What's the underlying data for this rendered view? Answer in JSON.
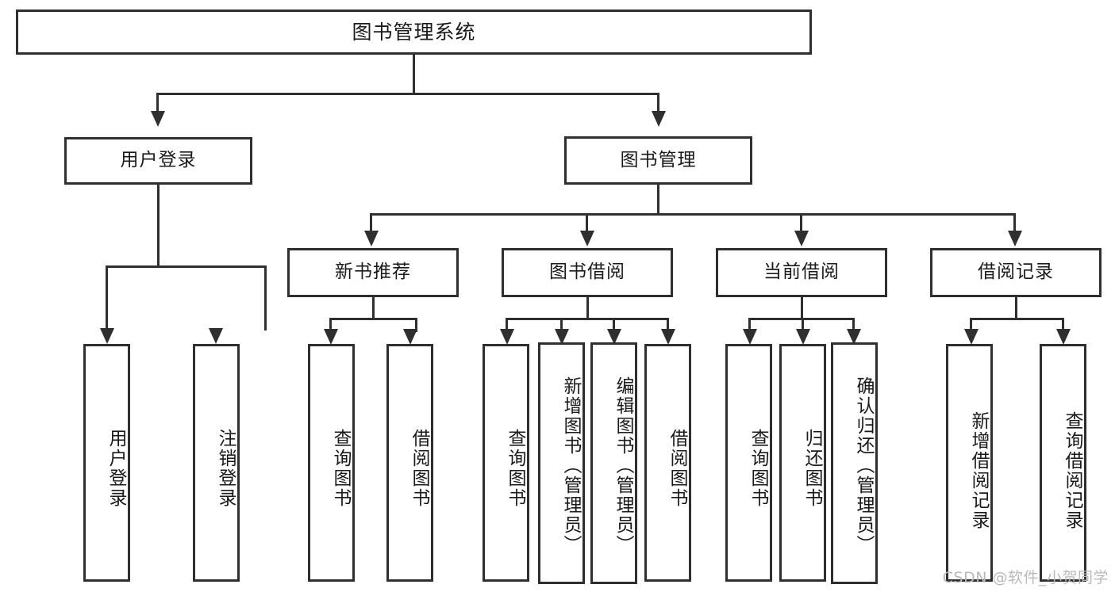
{
  "diagram": {
    "type": "tree",
    "title": "图书管理系统",
    "root": {
      "label": "图书管理系统"
    },
    "level1": [
      {
        "label": "用户登录"
      },
      {
        "label": "图书管理"
      }
    ],
    "level2": [
      {
        "label": "新书推荐",
        "parent": "图书管理"
      },
      {
        "label": "图书借阅",
        "parent": "图书管理"
      },
      {
        "label": "当前借阅",
        "parent": "图书管理"
      },
      {
        "label": "借阅记录",
        "parent": "图书管理"
      }
    ],
    "leaves": {
      "user_login": [
        {
          "label": "用户登录"
        },
        {
          "label": "注销登录"
        }
      ],
      "new_book_recommend": [
        {
          "label": "查询图书"
        },
        {
          "label": "借阅图书"
        }
      ],
      "book_borrow": [
        {
          "label": "查询图书"
        },
        {
          "label": "新增图书（管理员）"
        },
        {
          "label": "编辑图书（管理员）"
        },
        {
          "label": "借阅图书"
        }
      ],
      "current_borrow": [
        {
          "label": "查询图书"
        },
        {
          "label": "归还图书"
        },
        {
          "label": "确认归还（管理员）"
        }
      ],
      "borrow_record": [
        {
          "label": "新增借阅记录"
        },
        {
          "label": "查询借阅记录"
        }
      ]
    }
  },
  "watermark": {
    "text": "CSDN @软件_小贺同学"
  },
  "colors": {
    "stroke": "#2f2f2f",
    "background": "#ffffff",
    "text": "#1a1a1a",
    "watermark": "#b9b9b9"
  }
}
